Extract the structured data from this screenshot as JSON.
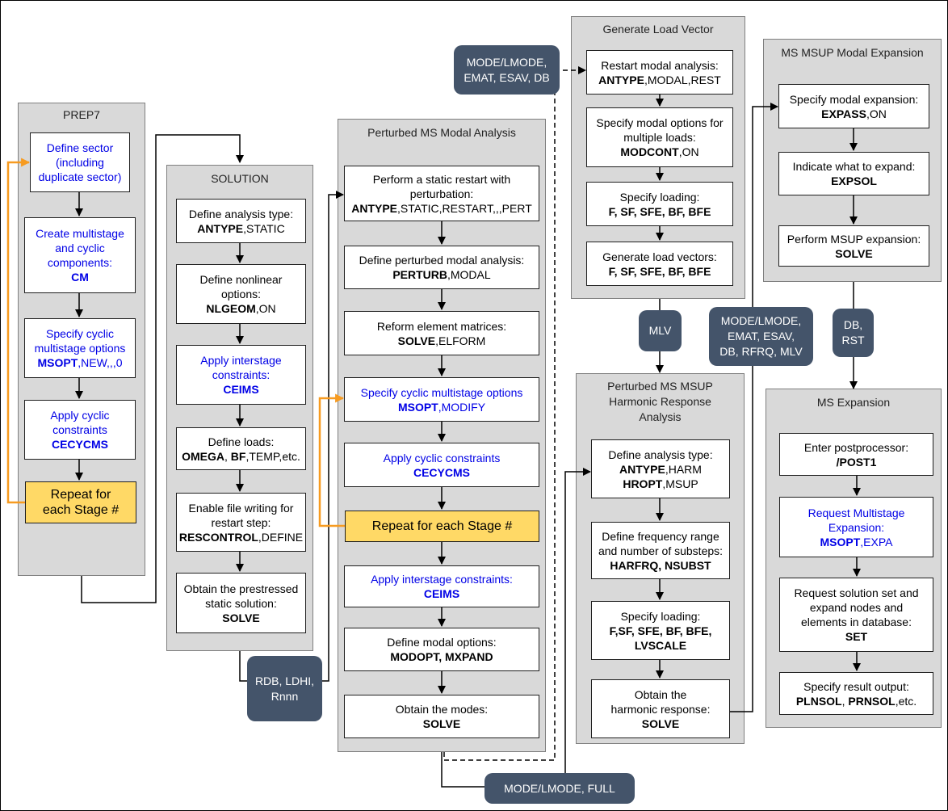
{
  "colors": {
    "panel_fill": "#d9d9d9",
    "link_text": "#0000e6",
    "highlight_fill": "#ffd966",
    "loop_arrow": "#f79b20",
    "file_pill": "#44546a"
  },
  "prep7": {
    "title": "PREP7",
    "steps": [
      {
        "lines": [
          "Define sector",
          "(including",
          "duplicate sector)"
        ]
      },
      {
        "lines": [
          "Create multistage",
          "and cyclic",
          "components:"
        ],
        "cmd": "CM"
      },
      {
        "lines": [
          "Specify cyclic",
          "multistage options"
        ],
        "cmd": "MSOPT",
        "args": ",NEW,,,0"
      },
      {
        "lines": [
          "Apply cyclic",
          "constraints"
        ],
        "cmd": "CECYCMS"
      },
      {
        "lines": [
          "Repeat for",
          "each Stage #"
        ]
      }
    ]
  },
  "solution": {
    "title": "SOLUTION",
    "steps": [
      {
        "lines": [
          "Define analysis type:"
        ],
        "cmd": "ANTYPE",
        "args": ",STATIC"
      },
      {
        "lines": [
          "Define nonlinear",
          "options:"
        ],
        "cmd": "NLGEOM",
        "args": ",ON"
      },
      {
        "lines": [
          "Apply interstage",
          "constraints:"
        ],
        "cmd": "CEIMS"
      },
      {
        "lines": [
          "Define loads:"
        ],
        "cmd": "OMEGA",
        "args1": ", ",
        "cmd2": "BF",
        "args2": ",TEMP,etc."
      },
      {
        "lines": [
          "Enable file writing for",
          "restart step:"
        ],
        "cmd": "RESCONTROL",
        "args": ",DEFINE"
      },
      {
        "lines": [
          "Obtain the prestressed",
          "static solution:"
        ],
        "cmd": "SOLVE"
      }
    ]
  },
  "perturbed_modal": {
    "title": "Perturbed MS Modal Analysis",
    "steps": [
      {
        "lines": [
          "Perform a static restart with",
          "perturbation:"
        ],
        "cmd": "ANTYPE",
        "args": ",STATIC,RESTART,,,PERT"
      },
      {
        "lines": [
          "Define perturbed modal analysis:"
        ],
        "cmd": "PERTURB",
        "args": ",MODAL"
      },
      {
        "lines": [
          "Reform element matrices:"
        ],
        "cmd": "SOLVE",
        "args": ",ELFORM"
      },
      {
        "lines": [
          "Specify cyclic multistage options"
        ],
        "cmd": "MSOPT",
        "args": ",MODIFY"
      },
      {
        "lines": [
          "Apply cyclic constraints"
        ],
        "cmd": "CECYCMS"
      },
      {
        "lines": [
          "Repeat for each Stage #"
        ]
      },
      {
        "lines": [
          "Apply interstage constraints:"
        ],
        "cmd": "CEIMS"
      },
      {
        "lines": [
          "Define modal options:"
        ],
        "cmd": "MODOPT, MXPAND"
      },
      {
        "lines": [
          "Obtain the modes:"
        ],
        "cmd": "SOLVE"
      }
    ]
  },
  "load_vector": {
    "title": "Generate Load Vector",
    "steps": [
      {
        "lines": [
          "Restart modal analysis:"
        ],
        "cmd": "ANTYPE",
        "args": ",MODAL,REST"
      },
      {
        "lines": [
          "Specify modal options for",
          "multiple loads:"
        ],
        "cmd": "MODCONT",
        "args": ",ON"
      },
      {
        "lines": [
          "Specify loading:"
        ],
        "cmd": "F",
        "cmd2": "SF",
        "cmd3": "SFE",
        "cmd4": "BF",
        "cmd5": "BFE"
      },
      {
        "lines": [
          "Generate load vectors:"
        ],
        "cmd": "F",
        "cmd2": "SF",
        "cmd3": "SFE",
        "cmd4": "BF",
        "cmd5": "BFE"
      }
    ]
  },
  "harmonic": {
    "title_lines": [
      "Perturbed MS MSUP",
      "Harmonic Response",
      "Analysis"
    ],
    "steps": [
      {
        "lines": [
          "Define analysis type:"
        ],
        "cmd": "ANTYPE",
        "args": ",HARM",
        "cmd2": "HROPT",
        "args2": ",MSUP"
      },
      {
        "lines": [
          "Define frequency range",
          "and number of substeps:"
        ],
        "cmd": "HARFRQ, NSUBST"
      },
      {
        "lines": [
          "Specify loading:"
        ],
        "cmd_lines": [
          "F,SF, SFE, BF, BFE,",
          "LVSCALE"
        ]
      },
      {
        "lines": [
          "Obtain the",
          "harmonic response:"
        ],
        "cmd": "SOLVE"
      }
    ]
  },
  "modal_expansion": {
    "title": "MS MSUP Modal Expansion",
    "steps": [
      {
        "lines": [
          "Specify modal expansion:"
        ],
        "cmd": "EXPASS",
        "args": ",ON"
      },
      {
        "lines": [
          "Indicate what to expand:"
        ],
        "cmd": "EXPSOL"
      },
      {
        "lines": [
          "Perform MSUP expansion:"
        ],
        "cmd": "SOLVE"
      }
    ]
  },
  "ms_expansion": {
    "title": "MS Expansion",
    "steps": [
      {
        "lines": [
          "Enter postprocessor:"
        ],
        "cmd": "/POST1"
      },
      {
        "lines": [
          "Request Multistage",
          "Expansion:"
        ],
        "cmd": "MSOPT",
        "args": ",EXPA"
      },
      {
        "lines": [
          "Request solution set and",
          "expand nodes and",
          "elements in database:"
        ],
        "cmd": "SET"
      },
      {
        "lines": [
          "Specify result output:"
        ],
        "cmd": "PLNSOL",
        "args1": ", ",
        "cmd2": "PRNSOL",
        "args2": ",etc."
      }
    ]
  },
  "files": {
    "rdb": [
      "RDB, LDHI,",
      "Rnnn"
    ],
    "mode_emat": [
      "MODE/LMODE,",
      "EMAT, ESAV, DB"
    ],
    "mlv": [
      "MLV"
    ],
    "mode_full": [
      "MODE/LMODE, FULL"
    ],
    "mode_rfrq": [
      "MODE/LMODE,",
      "EMAT, ESAV,",
      "DB, RFRQ, MLV"
    ],
    "db_rst": [
      "DB,",
      "RST"
    ]
  }
}
